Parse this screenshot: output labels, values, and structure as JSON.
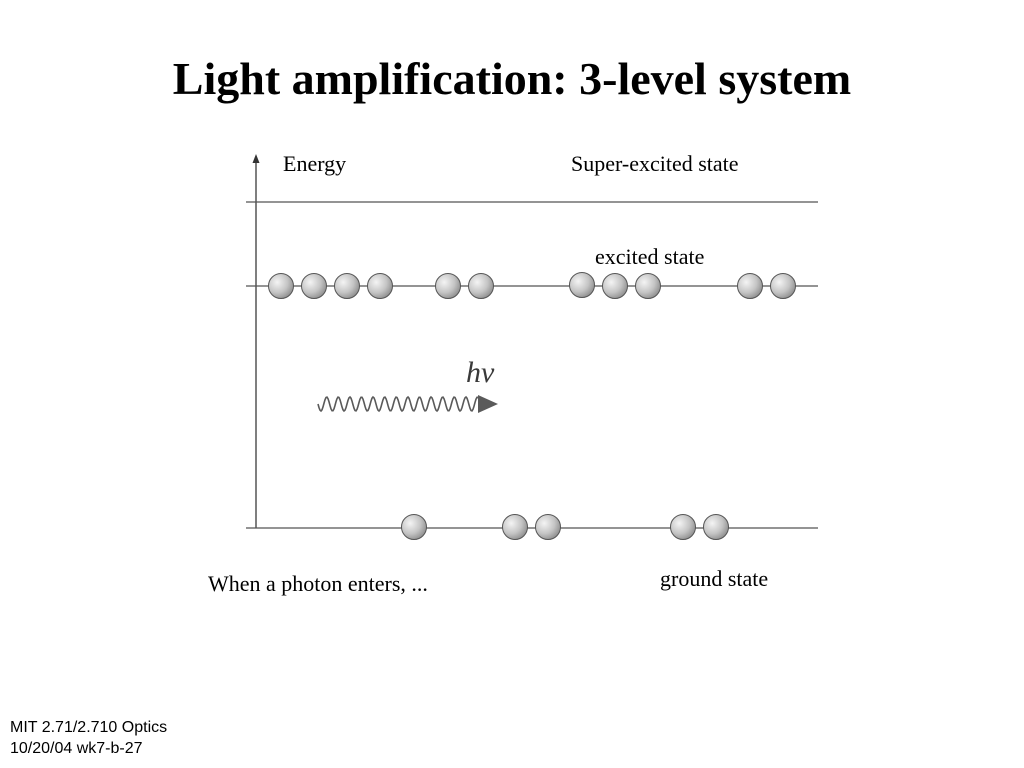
{
  "title": "Light amplification: 3-level system",
  "diagram": {
    "axis_label": "Energy",
    "levels": [
      {
        "name": "Super-excited state"
      },
      {
        "name": "excited state"
      },
      {
        "name": "ground state"
      }
    ],
    "photon_label": "hv",
    "caption": "When a photon enters, ...",
    "colors": {
      "atom": "#bdbdbd",
      "atom_highlight": "#f4f4f4",
      "level_line": "#555555",
      "photon": "#5a5a5a"
    }
  },
  "footer": {
    "line1": "MIT 2.71/2.710 Optics",
    "line2": "10/20/04 wk7-b-27"
  }
}
